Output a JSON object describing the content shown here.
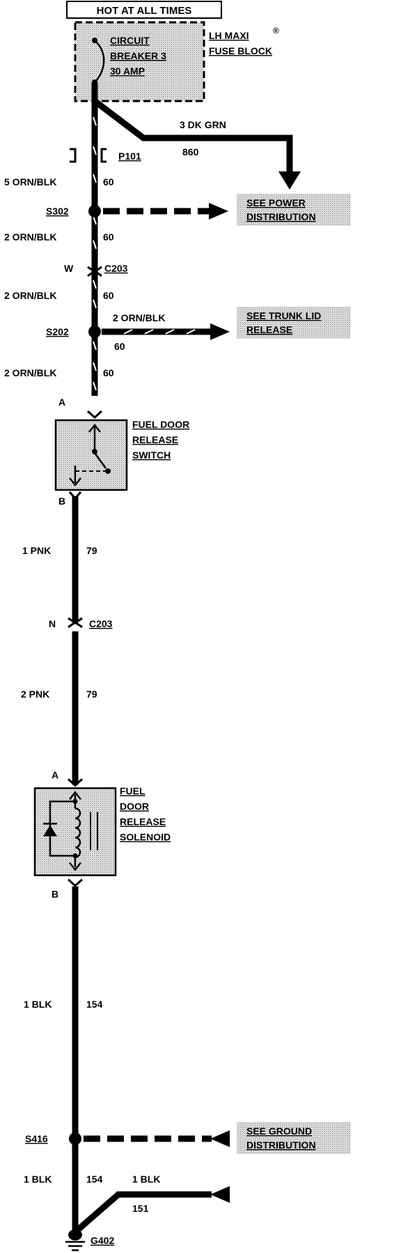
{
  "header": {
    "hot_label": "HOT AT ALL TIMES"
  },
  "fuse_block": {
    "circuit_breaker_lines": [
      "CIRCUIT",
      "BREAKER 3",
      "30 AMP"
    ],
    "name_lines": [
      "LH MAXI",
      "FUSE BLOCK"
    ],
    "name_symbol": "®"
  },
  "branch_dk_grn": {
    "wire": "3 DK GRN",
    "circuit": "860"
  },
  "connector_p101": {
    "label": "P101"
  },
  "segments": {
    "s1": {
      "wire": "5 ORN/BLK",
      "circuit": "60"
    },
    "s2": {
      "wire": "2 ORN/BLK",
      "circuit": "60"
    },
    "s3": {
      "wire": "2 ORN/BLK",
      "circuit": "60"
    },
    "s4": {
      "wire": "2 ORN/BLK",
      "circuit": "60"
    },
    "s5": {
      "wire": "1 PNK",
      "circuit": "79"
    },
    "s6": {
      "wire": "2 PNK",
      "circuit": "79"
    },
    "s7": {
      "wire": "1 BLK",
      "circuit": "154"
    },
    "s8": {
      "wire": "1 BLK",
      "circuit": "154"
    }
  },
  "splices": {
    "s302": "S302",
    "s202": "S202",
    "s416": "S416"
  },
  "refs": {
    "power": [
      "SEE POWER",
      "DISTRIBUTION"
    ],
    "trunk": [
      "SEE TRUNK LID",
      "RELEASE"
    ],
    "ground": [
      "SEE GROUND",
      "DISTRIBUTION"
    ]
  },
  "branch_trunk": {
    "wire": "2 ORN/BLK",
    "circuit": "60"
  },
  "branch_ground": {
    "wire": "1 BLK",
    "circuit": "151"
  },
  "connectors": {
    "c203_top": {
      "pin": "W",
      "label": "C203"
    },
    "c203_mid": {
      "pin": "N",
      "label": "C203"
    }
  },
  "switch": {
    "name_lines": [
      "FUEL DOOR",
      "RELEASE",
      "SWITCH"
    ],
    "pin_top": "A",
    "pin_bottom": "B"
  },
  "solenoid": {
    "name_lines": [
      "FUEL",
      "DOOR",
      "RELEASE",
      "SOLENOID"
    ],
    "pin_top": "A",
    "pin_bottom": "B"
  },
  "ground": {
    "label": "G402"
  }
}
